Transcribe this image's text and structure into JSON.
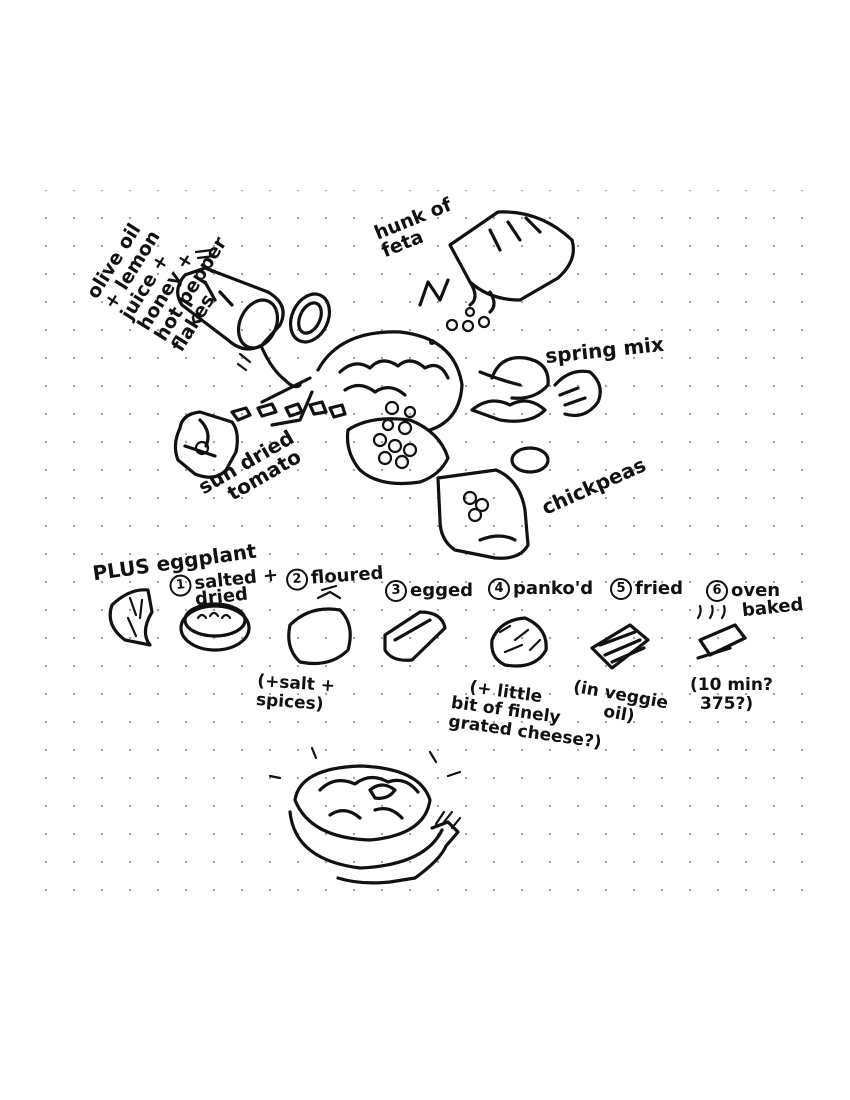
{
  "ingredients": {
    "dressing": [
      "olive oil",
      "+ lemon",
      "juice +",
      "honey +",
      "hot pepper",
      "flakes"
    ],
    "feta": [
      "hunk of",
      "feta"
    ],
    "spring_mix": "spring mix",
    "sun_dried_tomato": [
      "sun dried",
      "tomato"
    ],
    "chickpeas": "chickpeas"
  },
  "eggplant": {
    "title": "PLUS eggplant",
    "steps": [
      {
        "num": "1",
        "label": "salted +",
        "label2": "dried"
      },
      {
        "num": "2",
        "label": "floured"
      },
      {
        "num": "3",
        "label": "egged"
      },
      {
        "num": "4",
        "label": "panko'd"
      },
      {
        "num": "5",
        "label": "fried"
      },
      {
        "num": "6",
        "label": "oven",
        "label2": "baked"
      }
    ],
    "notes": {
      "floured": [
        "(+salt +",
        "spices)"
      ],
      "panko": [
        "(+ little",
        "bit of finely",
        "grated cheese?)"
      ],
      "fried": [
        "(in veggie",
        "oil)"
      ],
      "baked": [
        "(10 min?",
        "375?)"
      ]
    }
  }
}
